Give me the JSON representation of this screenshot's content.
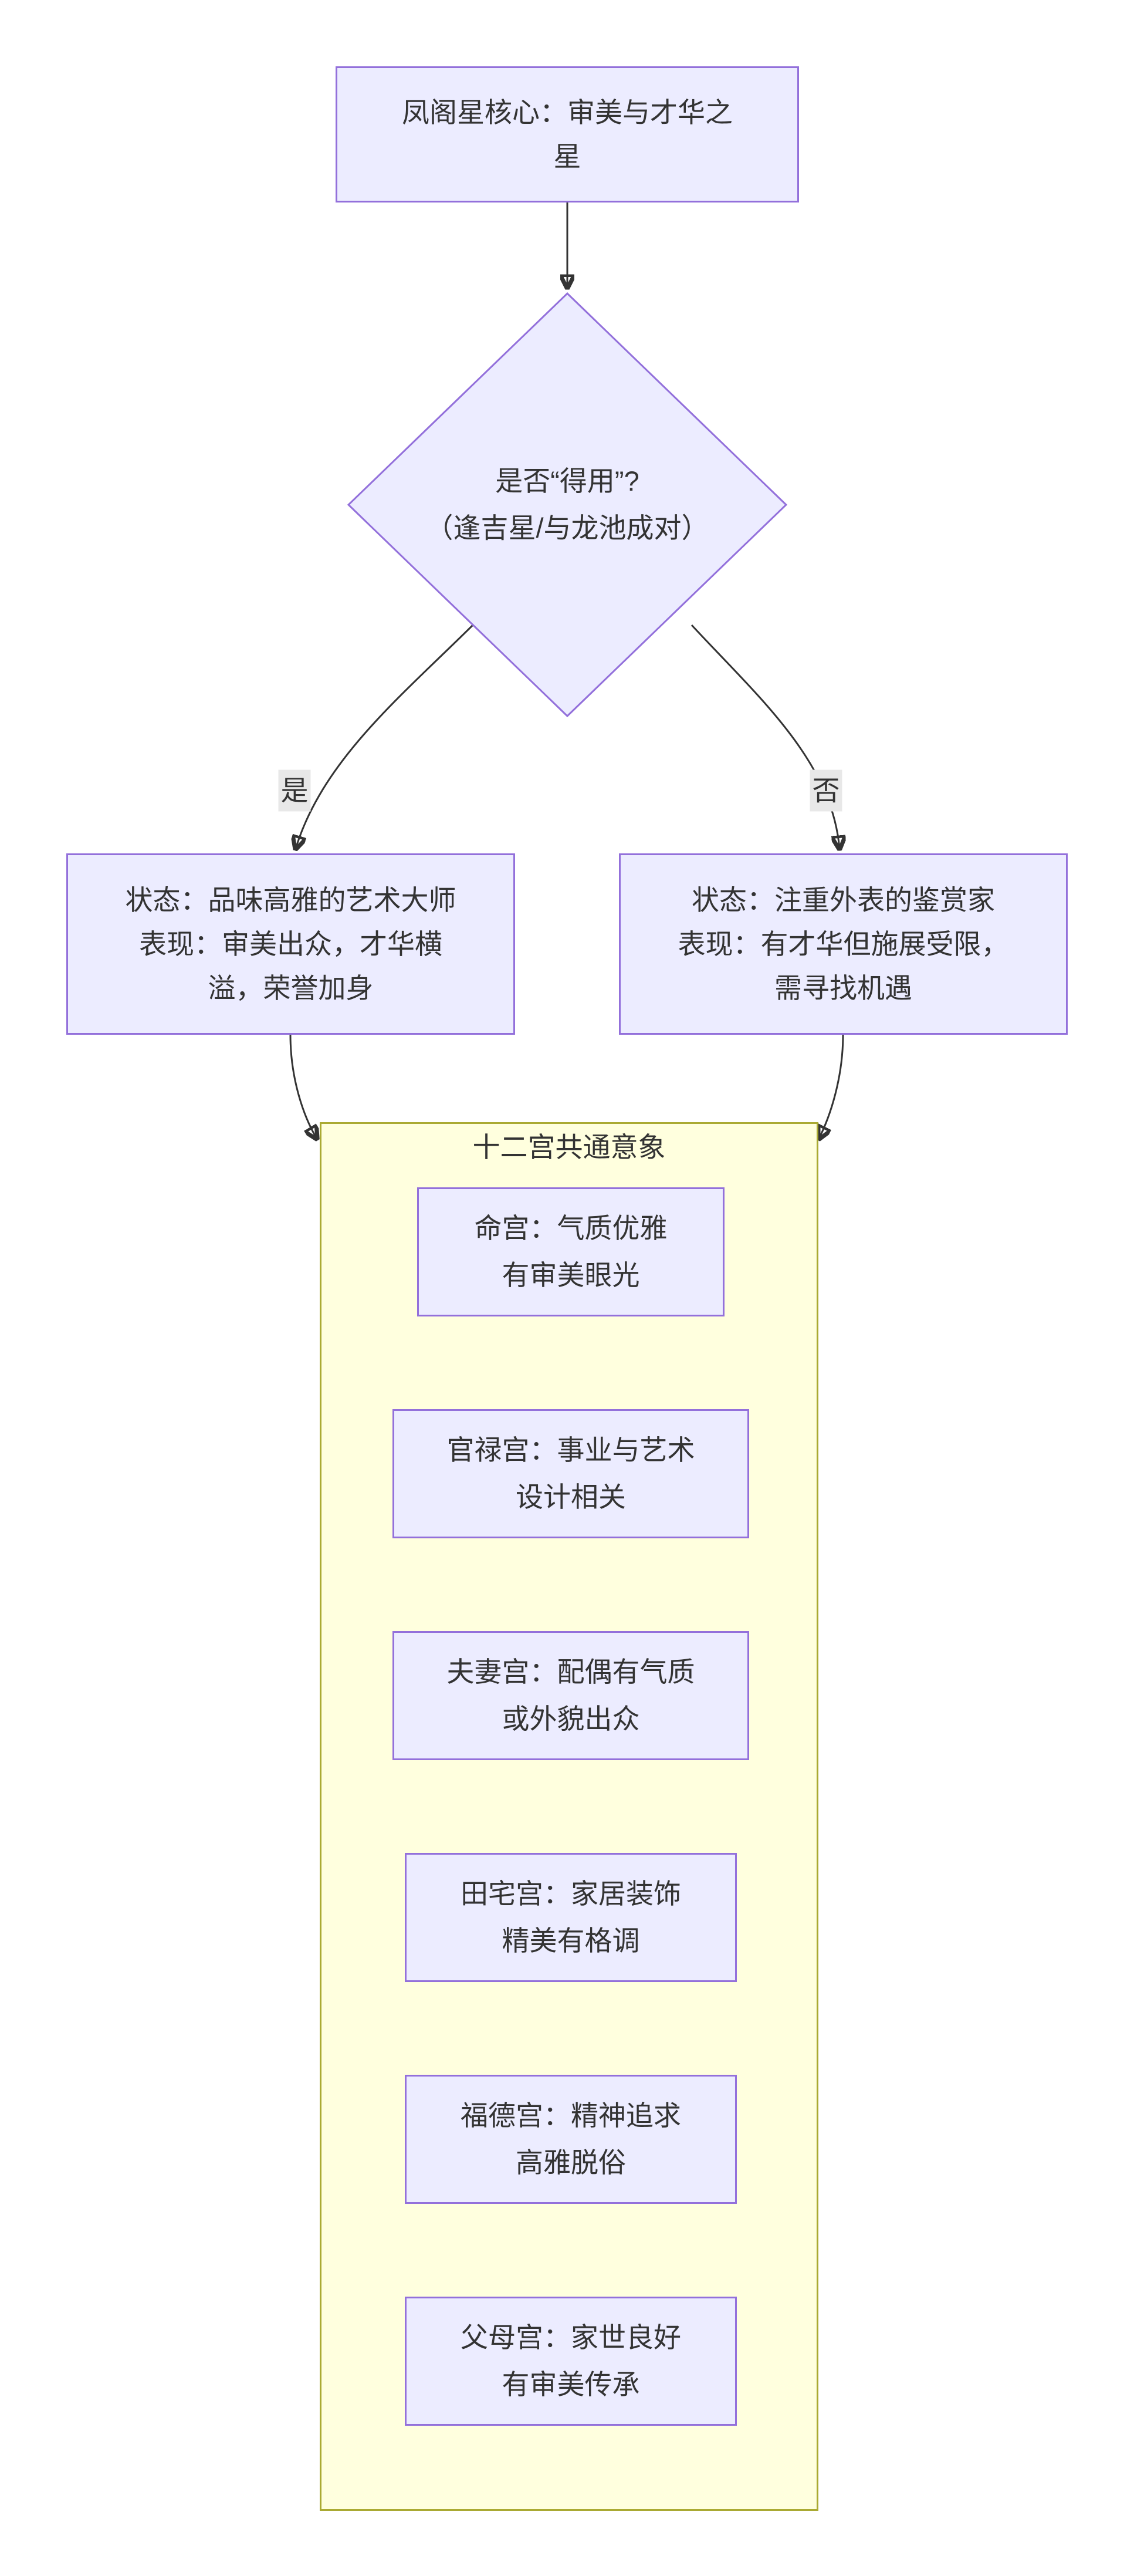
{
  "page": {
    "background": "#ffffff"
  },
  "colors": {
    "node_fill": "#ECECFF",
    "node_border": "#9370DB",
    "cluster_fill": "#FFFFDE",
    "cluster_border": "#AAAA33",
    "edge": "#333333",
    "text": "#333333",
    "edge_label_bg": "#E8E8E8"
  },
  "nodes": {
    "core": {
      "label": "凤阁星核心：审美与才华之星"
    },
    "decision": {
      "label": "是否“得用”?\n（逢吉星/与龙池成对）"
    },
    "yes_outcome": {
      "status": "状态：品味高雅的艺术大师",
      "detail": "表现：审美出众，才华横溢，荣誉加身"
    },
    "no_outcome": {
      "status": "状态：注重外表的鉴赏家",
      "detail": "表现：有才华但施展受限，需寻找机遇"
    }
  },
  "edges": {
    "yes_label": "是",
    "no_label": "否"
  },
  "cluster": {
    "title": "十二宫共通意象",
    "palaces": [
      {
        "text": "命宫：气质优雅\n有审美眼光"
      },
      {
        "text": "官禄宫：事业与艺术\n设计相关"
      },
      {
        "text": "夫妻宫：配偶有气质\n或外貌出众"
      },
      {
        "text": "田宅宫：家居装饰\n精美有格调"
      },
      {
        "text": "福德宫：精神追求\n高雅脱俗"
      },
      {
        "text": "父母宫：家世良好\n有审美传承"
      }
    ]
  }
}
